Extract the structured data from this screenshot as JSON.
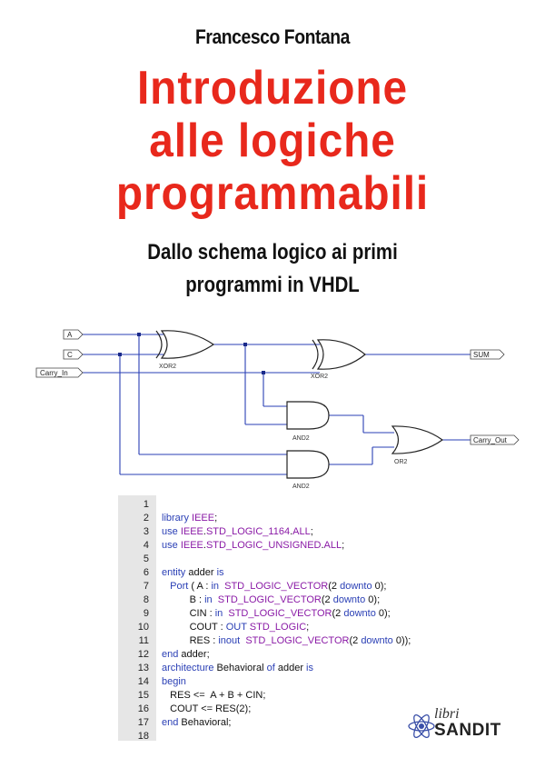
{
  "cover": {
    "author": "Francesco Fontana",
    "title_lines": [
      "Introduzione",
      "alle logiche",
      "programmabili"
    ],
    "subtitle_lines": [
      "Dallo schema logico ai primi",
      "programmi in VHDL"
    ]
  },
  "circuit": {
    "inputs": [
      "A",
      "C",
      "Carry_In"
    ],
    "outputs": [
      "SUM",
      "Carry_Out"
    ],
    "gates": [
      "XOR2",
      "XOR2",
      "AND2",
      "AND2",
      "OR2"
    ]
  },
  "code": {
    "line_numbers": [
      "1",
      "2",
      "3",
      "4",
      "5",
      "6",
      "7",
      "8",
      "9",
      "10",
      "11",
      "12",
      "13",
      "14",
      "15",
      "16",
      "17",
      "18"
    ],
    "lines": [
      "",
      "library IEEE;",
      "use IEEE.STD_LOGIC_1164.ALL;",
      "use IEEE.STD_LOGIC_UNSIGNED.ALL;",
      "",
      "entity adder is",
      "   Port ( A : in  STD_LOGIC_VECTOR(2 downto 0);",
      "          B : in  STD_LOGIC_VECTOR(2 downto 0);",
      "          CIN : in  STD_LOGIC_VECTOR(2 downto 0);",
      "          COUT : OUT STD_LOGIC;",
      "          RES : inout  STD_LOGIC_VECTOR(2 downto 0));",
      "end adder;",
      "architecture Behavioral of adder is",
      "begin",
      "   RES <=  A + B + CIN;",
      "   COUT <= RES(2);",
      "end Behavioral;",
      ""
    ]
  },
  "publisher": {
    "prefix": "libri",
    "name": "SANDIT"
  },
  "colors": {
    "title": "#e8281c",
    "keyword": "#2a3fb5",
    "type": "#8a1aa6",
    "wire": "#2a3fb5"
  }
}
